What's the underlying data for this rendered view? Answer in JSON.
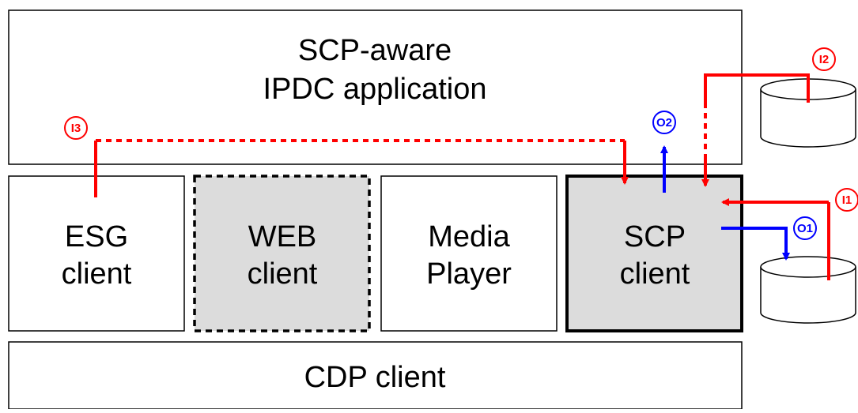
{
  "app": {
    "line1": "SCP-aware",
    "line2": "IPDC application"
  },
  "esg": {
    "line1": "ESG",
    "line2": "client"
  },
  "web": {
    "line1": "WEB",
    "line2": "client"
  },
  "media": {
    "line1": "Media",
    "line2": "Player"
  },
  "scp": {
    "line1": "SCP",
    "line2": "client"
  },
  "cdp": {
    "label": "CDP client"
  },
  "badges": {
    "i1": "I1",
    "i2": "I2",
    "i3": "I3",
    "o1": "O1",
    "o2": "O2"
  },
  "colors": {
    "input_flow": "#ff0000",
    "output_flow": "#0000ff",
    "highlight_fill": "#dcdcdc",
    "border": "#000000"
  }
}
